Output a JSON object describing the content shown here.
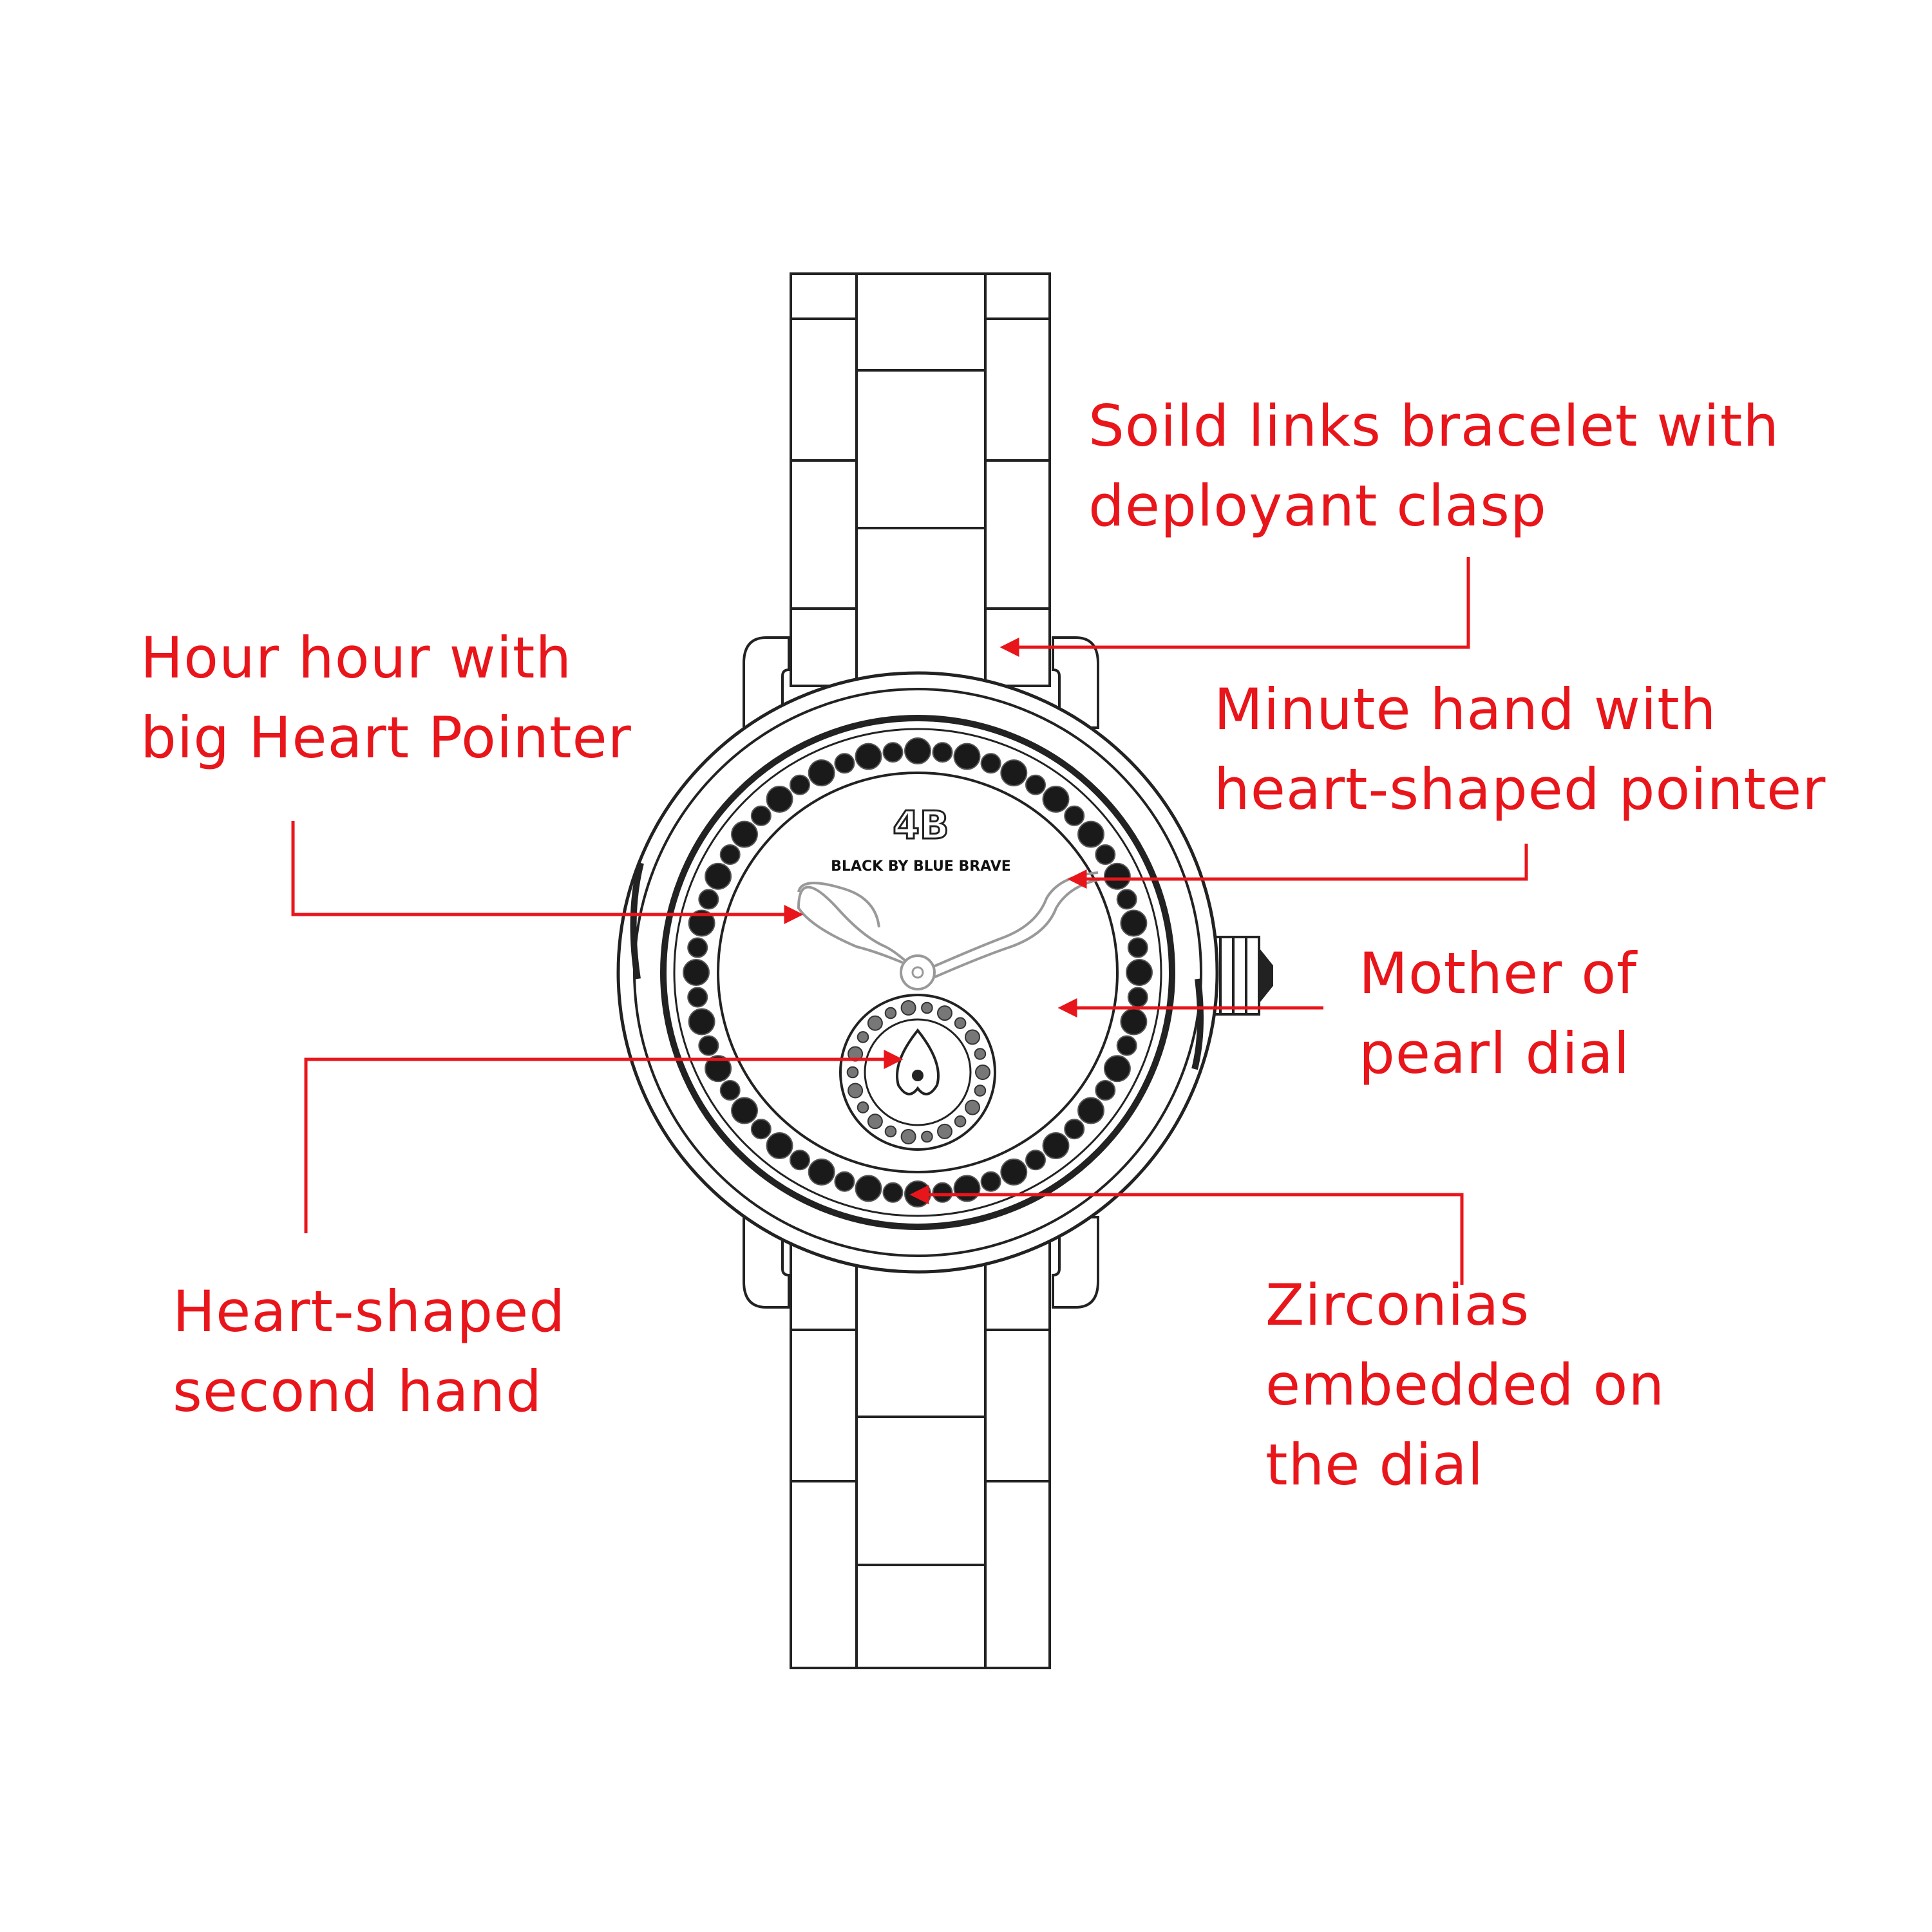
{
  "colors": {
    "callout": "#e8161b",
    "line": "#222222",
    "gem": "#1a1a1a",
    "background": "#ffffff"
  },
  "watch": {
    "logo_mark": "4B",
    "brand": "BLACK BY BLUE BRAVE"
  },
  "callouts": {
    "bracelet": {
      "line1": "Soild links bracelet with",
      "line2": "deployant clasp"
    },
    "hour_hand": {
      "line1": "Hour hour with",
      "line2": "big Heart Pointer"
    },
    "minute_hand": {
      "line1": "Minute hand with",
      "line2": "heart-shaped pointer"
    },
    "dial": {
      "line1": "Mother of",
      "line2": "pearl dial"
    },
    "second_hand": {
      "line1": "Heart-shaped",
      "line2": "second hand"
    },
    "zirconias": {
      "line1": "Zirconias",
      "line2": "embedded on",
      "line3": "the dial"
    }
  }
}
